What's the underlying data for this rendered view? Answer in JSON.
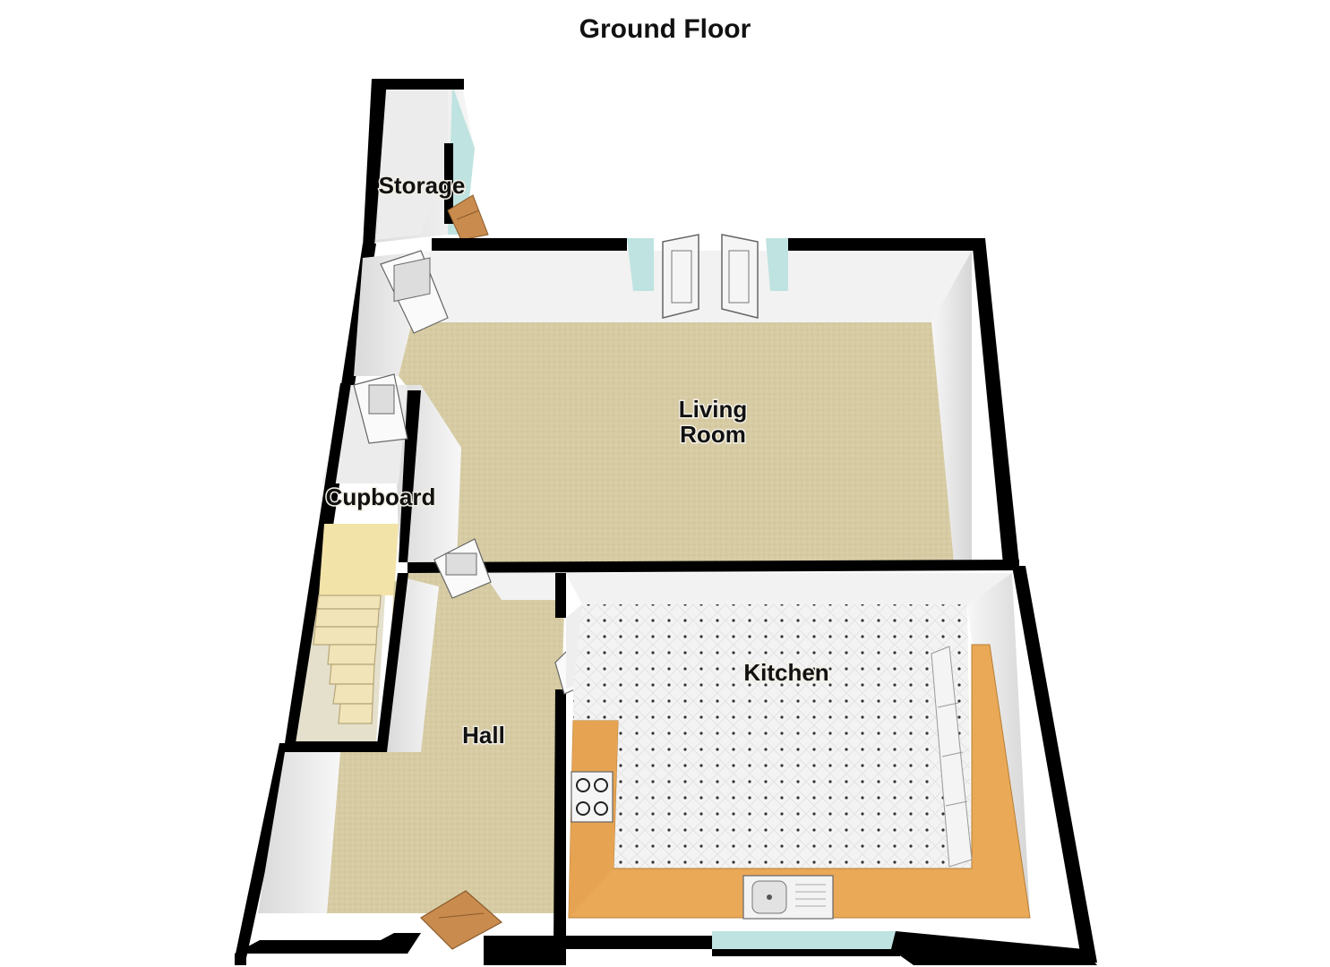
{
  "floor_title": "Ground Floor",
  "rooms": {
    "storage": "Storage",
    "living_room_line1": "Living",
    "living_room_line2": "Room",
    "cupboard": "Cupboard",
    "kitchen": "Kitchen",
    "hall": "Hall"
  },
  "colors": {
    "wall": "#000000",
    "wall_face": "#f4f4f4",
    "carpet": "#d8cda6",
    "kitchen_floor": "#f3f3f3",
    "worktop": "#e9a957",
    "door_wood": "#c98b4e",
    "window_glass": "#bfe3e0",
    "stairs": "#f2e3a8"
  }
}
